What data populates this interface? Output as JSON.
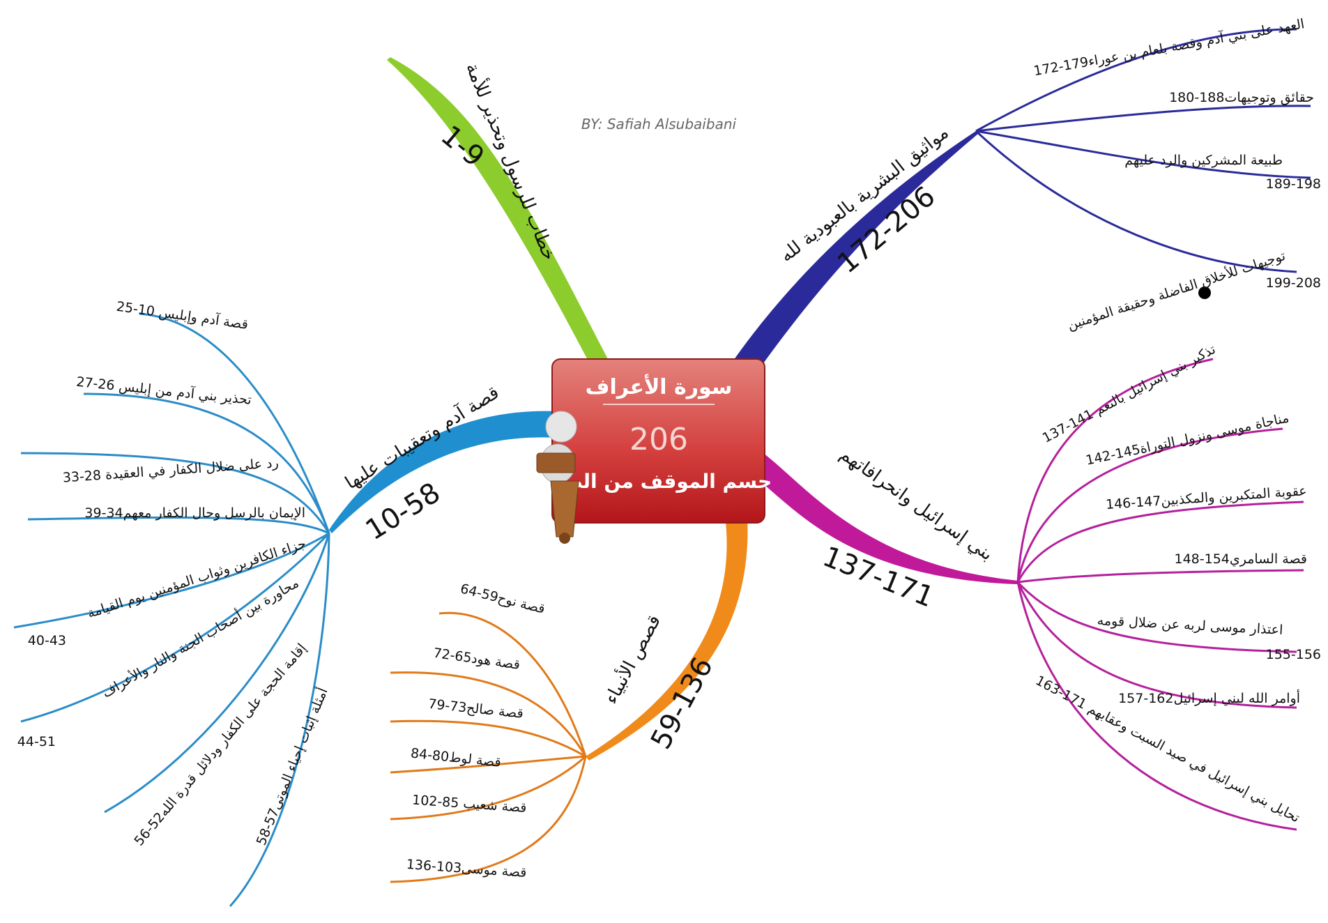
{
  "author": "BY: Safiah Alsubaibani",
  "center": {
    "title": "سورة الأعراف",
    "number": "206",
    "subtitle": "حسم الموقف من الصراع"
  },
  "branches": {
    "green": {
      "title": "خطاب للرسول وتحذير للأمة",
      "range": "1-9",
      "color": "#8ccc2c"
    },
    "navy": {
      "title": "مواثيق البشرية بالعبودية لله",
      "range": "172-206",
      "color": "#2a2a9a",
      "leaves": [
        "172-179العهد على بني آدم وقصة بلعام بن عوراء",
        "180-188حقائق وتوجيهات",
        "طبيعة المشركين والرد عليهم",
        "189-198",
        "توجيهات للأخلاق الفاضلة وحقيقة المؤمنين",
        "199-208"
      ]
    },
    "blue": {
      "title": "قصة آدم وتعقيبات عليها",
      "range": "10-58",
      "color": "#1f8fd0",
      "leaves": [
        "قصة آدم وإبليس 10-25",
        "تحذير بني آدم من إبليس 26-27",
        "رد على ضلال الكفار في العقيدة 28-33",
        "الإيمان بالرسل وحال الكفار معهم34-39",
        "جزاء الكافرين وثواب المؤمنين يوم القيامة",
        "40-43",
        "محاورة بين أصحاب الجنة والنار والأعراف",
        "44-51",
        "إقامة الحجة على الكفار ودلائل قدرة الله52-56",
        "أمثلة إثبات إحياء الموتى57-58"
      ]
    },
    "orange": {
      "title": "قصص الأنبياء",
      "range": "59-136",
      "color": "#f08a1a",
      "leaves": [
        "قصة نوح59-64",
        "قصة هود65-72",
        "قصة صالح73-79",
        "قصة لوط80-84",
        "قصة شعيب 85-102",
        "قصة موسى103-136"
      ]
    },
    "magenta": {
      "title": "بني إسرائيل وانحرافاتهم",
      "range": "137-171",
      "color": "#c0199a",
      "leaves": [
        "137-141 تذكير بني إسرائيل بالنعم",
        "142-145مناجاة موسى ونزول التوراة",
        "146-147عقوبة المتكبرين والمكذبين",
        "148-154قصة السامري",
        "اعتذار موسى لربه عن ضلال قومه",
        "155-156",
        "157-162أوامر الله لبني إسرائيل",
        "163-171 تحايل بني إسرائيل في صيد السبت وعقابهم"
      ]
    }
  }
}
